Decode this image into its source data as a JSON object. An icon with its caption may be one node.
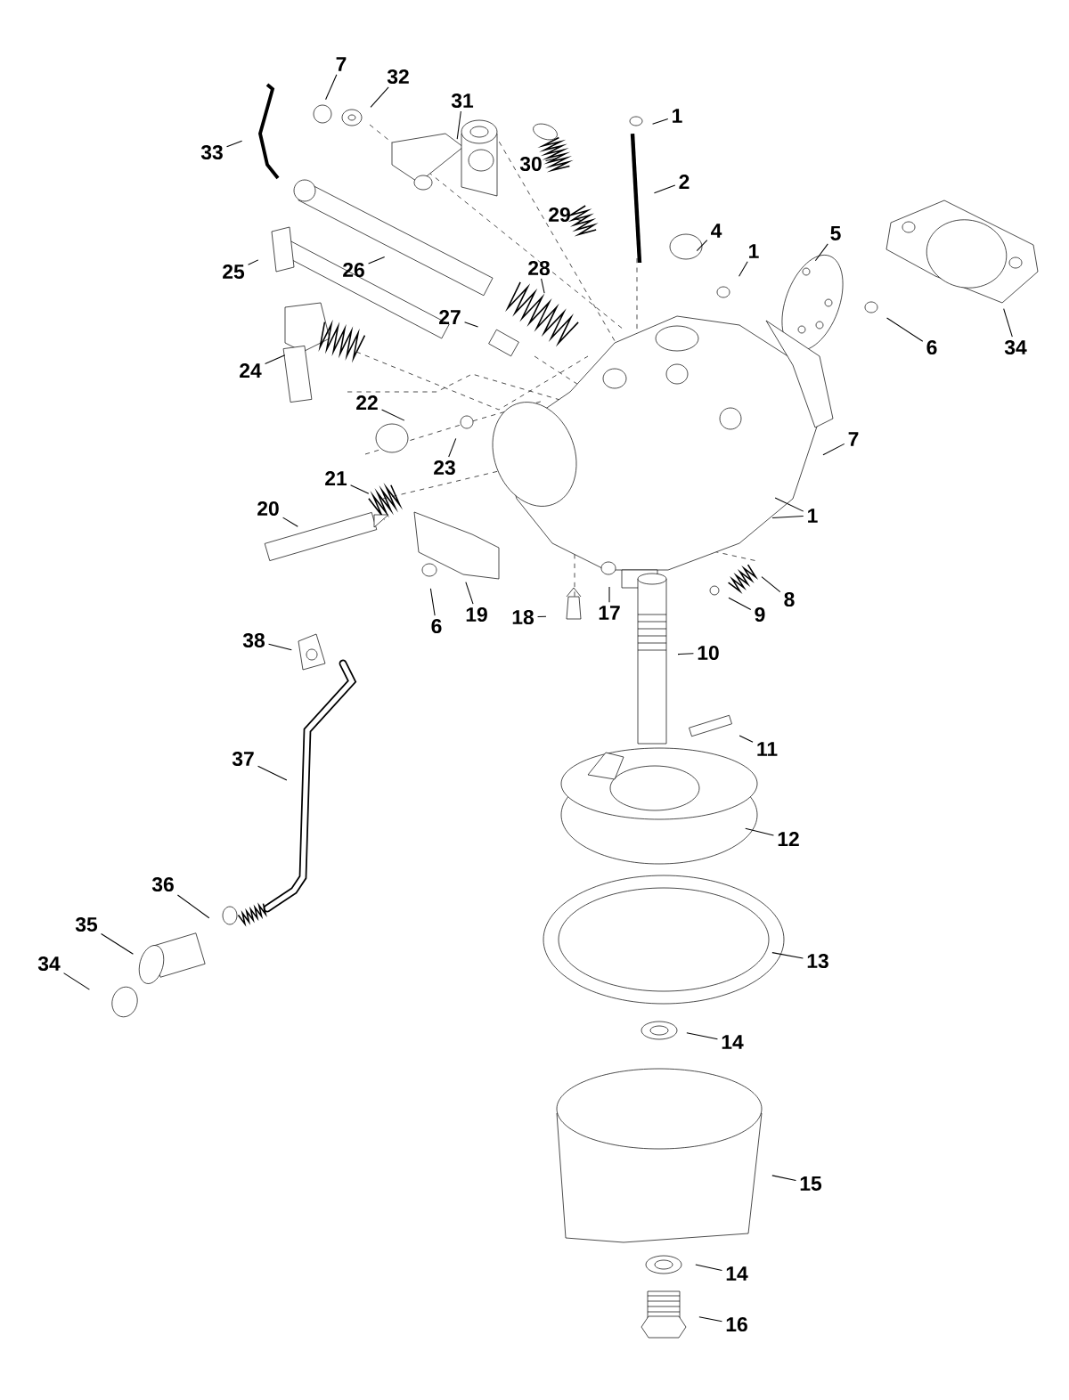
{
  "diagram": {
    "nodes": [
      {
        "text": [
          "7"
        ]
      },
      {
        "text": [
          "32"
        ]
      },
      {
        "text": [
          "31"
        ]
      },
      {
        "text": [
          "1"
        ]
      },
      {
        "text": [
          "33"
        ]
      },
      {
        "text": [
          "30"
        ]
      },
      {
        "text": [
          "2"
        ]
      },
      {
        "text": [
          "29"
        ]
      },
      {
        "text": [
          "4"
        ]
      },
      {
        "text": [
          "5"
        ]
      },
      {
        "text": [
          "1"
        ]
      },
      {
        "text": [
          "26"
        ]
      },
      {
        "text": [
          "28"
        ]
      },
      {
        "text": [
          "25"
        ]
      },
      {
        "text": [
          "27"
        ]
      },
      {
        "text": [
          "6"
        ]
      },
      {
        "text": [
          "34"
        ]
      },
      {
        "text": [
          "24"
        ]
      },
      {
        "text": [
          "22"
        ]
      },
      {
        "text": [
          "7"
        ]
      },
      {
        "text": [
          "23"
        ]
      },
      {
        "text": [
          "21"
        ]
      },
      {
        "text": [
          "20"
        ]
      },
      {
        "text": [
          "1"
        ]
      },
      {
        "text": [
          "8"
        ]
      },
      {
        "text": [
          "17"
        ]
      },
      {
        "text": [
          "19"
        ]
      },
      {
        "text": [
          "9"
        ]
      },
      {
        "text": [
          "18"
        ]
      },
      {
        "text": [
          "6"
        ]
      },
      {
        "text": [
          "38"
        ]
      },
      {
        "text": [
          "10"
        ]
      },
      {
        "text": [
          "11"
        ]
      },
      {
        "text": [
          "37"
        ]
      },
      {
        "text": [
          "12"
        ]
      },
      {
        "text": [
          "36"
        ]
      },
      {
        "text": [
          "35"
        ]
      },
      {
        "text": [
          "13"
        ]
      },
      {
        "text": [
          "34"
        ]
      },
      {
        "text": [
          "14"
        ]
      },
      {
        "text": [
          "15"
        ]
      },
      {
        "text": [
          "14"
        ]
      },
      {
        "text": [
          "16"
        ]
      }
    ],
    "edges": [
      {
        "from": 0,
        "to": null,
        "arrow": "none"
      },
      {
        "from": 1,
        "to": null,
        "arrow": "none"
      },
      {
        "from": 2,
        "to": null,
        "arrow": "none"
      },
      {
        "from": 3,
        "to": null,
        "arrow": "none"
      },
      {
        "from": 4,
        "to": null,
        "arrow": "none"
      },
      {
        "from": 5,
        "to": null,
        "arrow": "none"
      },
      {
        "from": 6,
        "to": null,
        "arrow": "none"
      },
      {
        "from": 7,
        "to": null,
        "arrow": "none"
      },
      {
        "from": 8,
        "to": null,
        "arrow": "none"
      },
      {
        "from": 9,
        "to": null,
        "arrow": "none"
      },
      {
        "from": 10,
        "to": null,
        "arrow": "none"
      },
      {
        "from": 11,
        "to": null,
        "arrow": "none"
      },
      {
        "from": 12,
        "to": null,
        "arrow": "none"
      },
      {
        "from": 13,
        "to": null,
        "arrow": "none"
      },
      {
        "from": 14,
        "to": null,
        "arrow": "none"
      },
      {
        "from": 15,
        "to": null,
        "arrow": "none"
      },
      {
        "from": 16,
        "to": null,
        "arrow": "none"
      },
      {
        "from": 17,
        "to": null,
        "arrow": "none"
      },
      {
        "from": 18,
        "to": null,
        "arrow": "none"
      },
      {
        "from": 19,
        "to": null,
        "arrow": "none"
      },
      {
        "from": 20,
        "to": null,
        "arrow": "none"
      },
      {
        "from": 21,
        "to": null,
        "arrow": "none"
      },
      {
        "from": 22,
        "to": null,
        "arrow": "none"
      },
      {
        "from": 23,
        "to": null,
        "arrow": "none"
      },
      {
        "from": 23,
        "to": null,
        "arrow": "none"
      },
      {
        "from": 24,
        "to": null,
        "arrow": "none"
      },
      {
        "from": 25,
        "to": null,
        "arrow": "none"
      },
      {
        "from": 26,
        "to": null,
        "arrow": "none"
      },
      {
        "from": 27,
        "to": null,
        "arrow": "none"
      },
      {
        "from": 28,
        "to": null,
        "arrow": "none"
      },
      {
        "from": 29,
        "to": null,
        "arrow": "none"
      },
      {
        "from": 30,
        "to": null,
        "arrow": "none"
      },
      {
        "from": 31,
        "to": null,
        "arrow": "none"
      },
      {
        "from": 32,
        "to": null,
        "arrow": "none"
      },
      {
        "from": 33,
        "to": null,
        "arrow": "none"
      },
      {
        "from": 34,
        "to": null,
        "arrow": "none"
      },
      {
        "from": 35,
        "to": null,
        "arrow": "none"
      },
      {
        "from": 36,
        "to": null,
        "arrow": "none"
      },
      {
        "from": 37,
        "to": null,
        "arrow": "none"
      },
      {
        "from": 38,
        "to": null,
        "arrow": "none"
      },
      {
        "from": 39,
        "to": null,
        "arrow": "none"
      },
      {
        "from": 40,
        "to": null,
        "arrow": "none"
      },
      {
        "from": 41,
        "to": null,
        "arrow": "none"
      },
      {
        "from": 42,
        "to": null,
        "arrow": "none"
      }
    ]
  }
}
